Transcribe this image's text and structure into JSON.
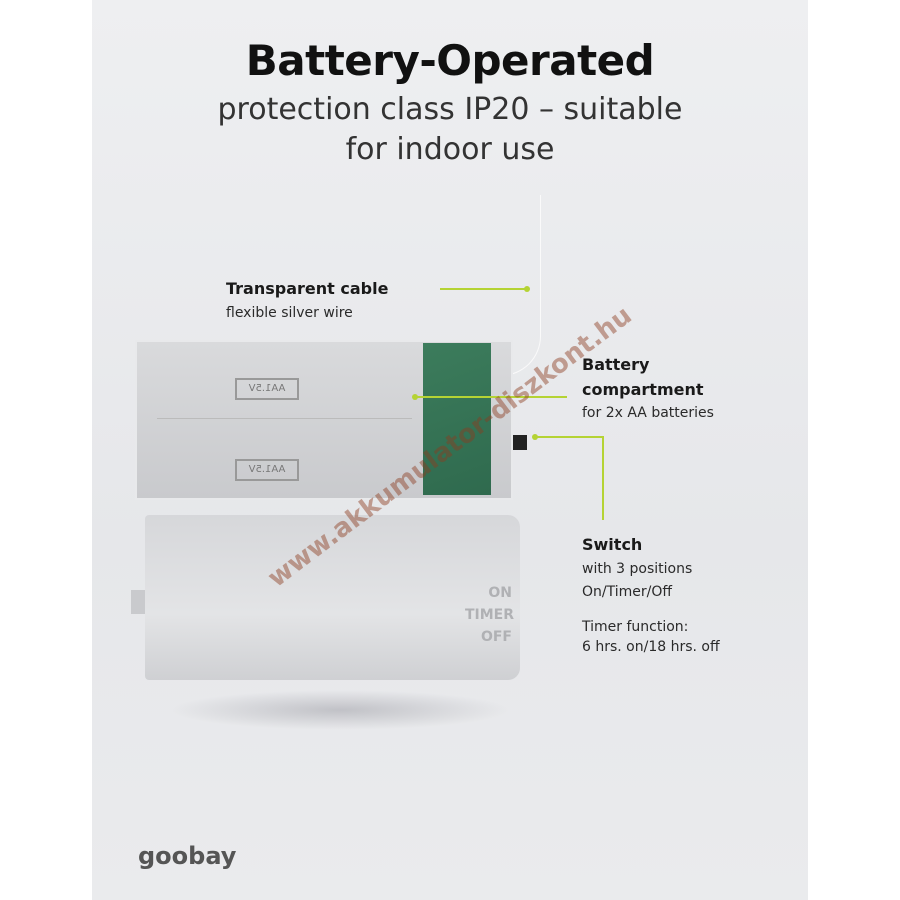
{
  "header": {
    "title": "Battery-Operated",
    "subtitle_line1": "protection class IP20 – suitable",
    "subtitle_line2": "for indoor use"
  },
  "callouts": {
    "cable": {
      "title": "Transparent cable",
      "desc": "flexible silver wire"
    },
    "compartment": {
      "title_line1": "Battery",
      "title_line2": "compartment",
      "desc": "for 2x AA batteries"
    },
    "switch": {
      "title": "Switch",
      "desc_line1": "with 3 positions",
      "desc_line2": "On/Timer/Off",
      "timer_line1": "Timer function:",
      "timer_line2": "6 hrs. on/18 hrs. off"
    }
  },
  "product": {
    "battery_label": "AA1.5V",
    "cover_labels": [
      "ON",
      "TIMER",
      "OFF"
    ]
  },
  "watermark": "www.akkumulator-diszkont.hu",
  "brand": {
    "logo_text": "goobay"
  },
  "colors": {
    "accent": "#b5d334",
    "background": "#e9eaec"
  }
}
